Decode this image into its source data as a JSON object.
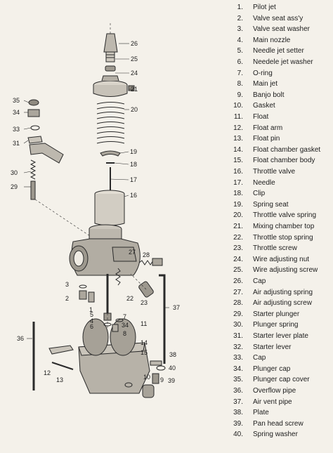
{
  "legend": [
    {
      "num": "1.",
      "name": "Pilot jet"
    },
    {
      "num": "2.",
      "name": "Valve seat ass'y"
    },
    {
      "num": "3.",
      "name": "Valve seat washer"
    },
    {
      "num": "4.",
      "name": "Main nozzle"
    },
    {
      "num": "5.",
      "name": "Needle jet setter"
    },
    {
      "num": "6.",
      "name": "Needele jet washer"
    },
    {
      "num": "7.",
      "name": "O-ring"
    },
    {
      "num": "8.",
      "name": "Main jet"
    },
    {
      "num": "9.",
      "name": "Banjo bolt"
    },
    {
      "num": "10.",
      "name": "Gasket"
    },
    {
      "num": "11.",
      "name": "Float"
    },
    {
      "num": "12.",
      "name": "Float arm"
    },
    {
      "num": "13.",
      "name": "Float pin"
    },
    {
      "num": "14.",
      "name": "Float chamber gasket"
    },
    {
      "num": "15.",
      "name": "Float chamber body"
    },
    {
      "num": "16.",
      "name": "Throttle valve"
    },
    {
      "num": "17.",
      "name": "Needle"
    },
    {
      "num": "18.",
      "name": "Clip"
    },
    {
      "num": "19.",
      "name": "Spring seat"
    },
    {
      "num": "20.",
      "name": "Throttle valve spring"
    },
    {
      "num": "21.",
      "name": "Mixing chamber top"
    },
    {
      "num": "22.",
      "name": "Throttle stop spring"
    },
    {
      "num": "23.",
      "name": "Throttle screw"
    },
    {
      "num": "24.",
      "name": "Wire adjusting nut"
    },
    {
      "num": "25.",
      "name": "Wire adjusting screw"
    },
    {
      "num": "26.",
      "name": "Cap"
    },
    {
      "num": "27.",
      "name": "Air adjusting spring"
    },
    {
      "num": "28.",
      "name": "Air adjusting screw"
    },
    {
      "num": "29.",
      "name": "Starter plunger"
    },
    {
      "num": "30.",
      "name": "Plunger spring"
    },
    {
      "num": "31.",
      "name": "Starter lever plate"
    },
    {
      "num": "32.",
      "name": "Starter lever"
    },
    {
      "num": "33.",
      "name": "Cap"
    },
    {
      "num": "34.",
      "name": "Plunger cap"
    },
    {
      "num": "35.",
      "name": "Plunger cap cover"
    },
    {
      "num": "36.",
      "name": "Overflow pipe"
    },
    {
      "num": "37.",
      "name": "Air vent pipe"
    },
    {
      "num": "38.",
      "name": "Plate"
    },
    {
      "num": "39.",
      "name": "Pan head screw"
    },
    {
      "num": "40.",
      "name": "Spring washer"
    }
  ],
  "callouts": [
    "1",
    "2",
    "3",
    "4",
    "5",
    "6",
    "7",
    "8",
    "9",
    "10",
    "11",
    "12",
    "13",
    "14",
    "15",
    "16",
    "17",
    "18",
    "19",
    "20",
    "21",
    "22",
    "23",
    "24",
    "25",
    "26",
    "27",
    "28",
    "29",
    "30",
    "31",
    "33",
    "34",
    "35",
    "36",
    "37",
    "38",
    "39",
    "40"
  ]
}
